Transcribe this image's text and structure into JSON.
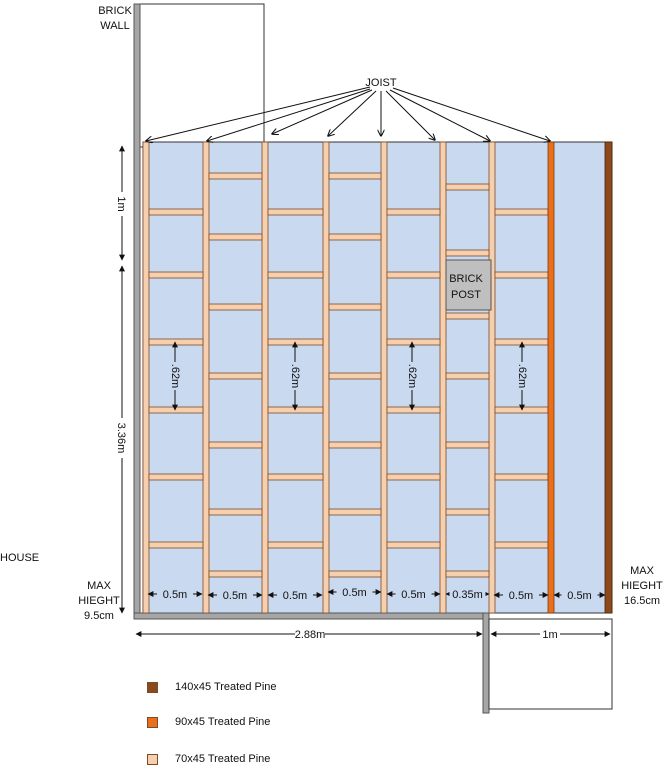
{
  "labels": {
    "brick_wall": [
      "BRICK",
      "WALL"
    ],
    "joist": "JOIST",
    "house": "HOUSE",
    "max_height_left": [
      "MAX",
      "HIEGHT",
      "9.5cm"
    ],
    "max_height_right": [
      "MAX",
      "HIEGHT",
      "16.5cm"
    ],
    "brick_post": [
      "BRICK",
      "POST"
    ]
  },
  "dimensions": {
    "vertical_top": "1m",
    "vertical_main": "3.36m",
    "bay_height": ".62m",
    "bay_widths": [
      "0.5m",
      "0.5m",
      "0.5m",
      "0.5m",
      "0.5m",
      "0.35m",
      "0.5m",
      "0.5m"
    ],
    "total_width": "2.88m",
    "extension_width": "1m"
  },
  "legend": [
    {
      "label": "140x45 Treated Pine",
      "color": "#8b4a1c"
    },
    {
      "label": "90x45 Treated Pine",
      "color": "#e8701c"
    },
    {
      "label": "70x45 Treated Pine",
      "color": "#f5cfae"
    }
  ],
  "colors": {
    "deck_fill": "#c9d9f0",
    "joist_fill": "#f5cfae",
    "joist_stroke": "#7a4a2a",
    "wall": "#a6a6a6",
    "post": "#bfbfbf"
  }
}
